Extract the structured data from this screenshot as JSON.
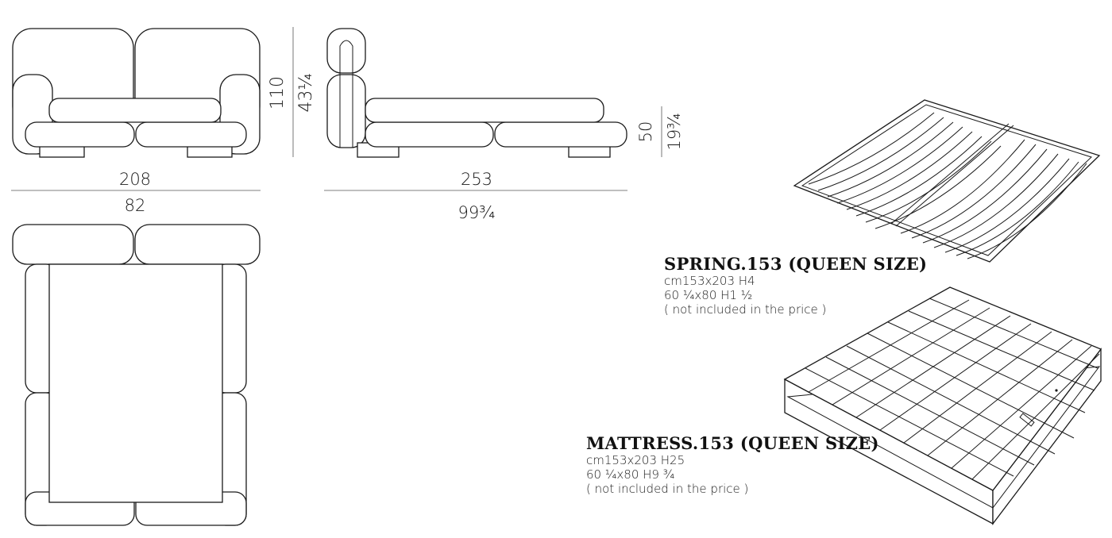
{
  "dimensions": {
    "front_height_cm": "110",
    "front_height_in": "43¼",
    "front_width_cm": "208",
    "front_width_in": "82",
    "side_length_cm": "253",
    "side_length_in": "99¾",
    "seat_height_cm": "50",
    "seat_height_in": "19¾"
  },
  "spring": {
    "title": "SPRING.153 (QUEEN SIZE)",
    "size_cm": "cm153x203 H4",
    "size_in": "60 ¼x80 H1 ½",
    "note": "( not included in the price )"
  },
  "mattress": {
    "title": "MATTRESS.153 (QUEEN SIZE)",
    "size_cm": "cm153x203 H25",
    "size_in": "60 ¼x80 H9 ¾",
    "note": "( not included in the price )"
  },
  "colors": {
    "line": "#1a1a1a",
    "background": "#ffffff"
  }
}
